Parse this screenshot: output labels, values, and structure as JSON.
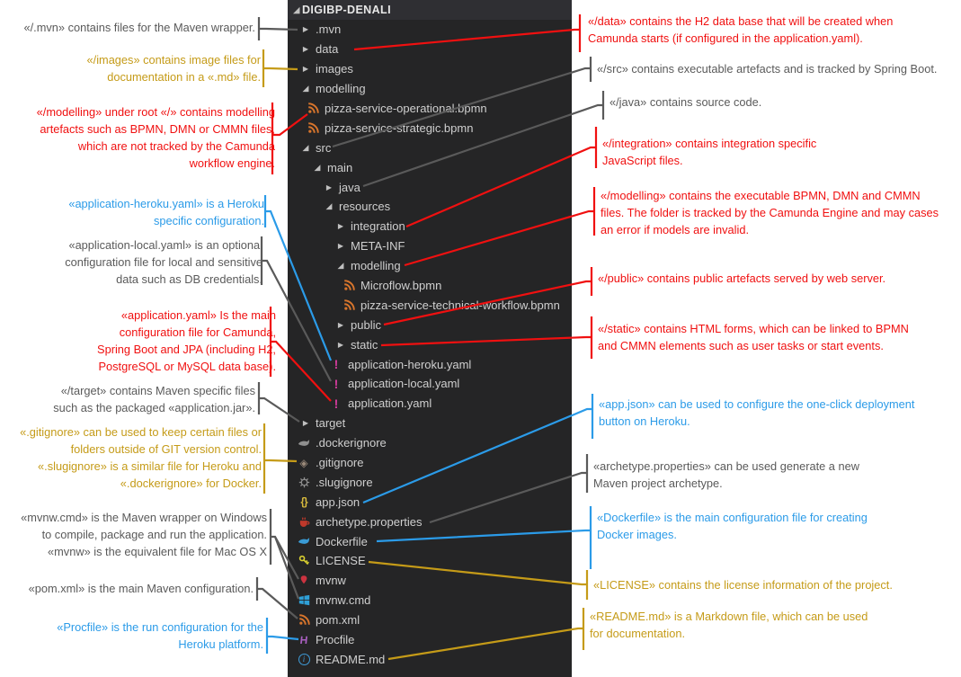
{
  "explorer": {
    "title": "DIGIBP-DENALI",
    "items": [
      {
        "label": ".mvn",
        "type": "folder",
        "state": "collapsed"
      },
      {
        "label": "data",
        "type": "folder",
        "state": "collapsed"
      },
      {
        "label": "images",
        "type": "folder",
        "state": "collapsed"
      },
      {
        "label": "modelling",
        "type": "folder",
        "state": "expanded"
      },
      {
        "label": "pizza-service-operational.bpmn",
        "type": "file",
        "icon": "bpmn-feed"
      },
      {
        "label": "pizza-service-strategic.bpmn",
        "type": "file",
        "icon": "bpmn-feed"
      },
      {
        "label": "src",
        "type": "folder",
        "state": "expanded"
      },
      {
        "label": "main",
        "type": "folder",
        "state": "expanded"
      },
      {
        "label": "java",
        "type": "folder",
        "state": "collapsed"
      },
      {
        "label": "resources",
        "type": "folder",
        "state": "expanded"
      },
      {
        "label": "integration",
        "type": "folder",
        "state": "collapsed"
      },
      {
        "label": "META-INF",
        "type": "folder",
        "state": "collapsed"
      },
      {
        "label": "modelling",
        "type": "folder",
        "state": "expanded"
      },
      {
        "label": "Microflow.bpmn",
        "type": "file",
        "icon": "bpmn-feed"
      },
      {
        "label": "pizza-service-technical-workflow.bpmn",
        "type": "file",
        "icon": "bpmn-feed"
      },
      {
        "label": "public",
        "type": "folder",
        "state": "collapsed"
      },
      {
        "label": "static",
        "type": "folder",
        "state": "collapsed"
      },
      {
        "label": "application-heroku.yaml",
        "type": "file",
        "icon": "yaml-warning"
      },
      {
        "label": "application-local.yaml",
        "type": "file",
        "icon": "yaml-warning"
      },
      {
        "label": "application.yaml",
        "type": "file",
        "icon": "yaml-warning"
      },
      {
        "label": "target",
        "type": "folder",
        "state": "collapsed"
      },
      {
        "label": ".dockerignore",
        "type": "file",
        "icon": "whale-gray"
      },
      {
        "label": ".gitignore",
        "type": "file",
        "icon": "git-diamond"
      },
      {
        "label": ".slugignore",
        "type": "file",
        "icon": "gear"
      },
      {
        "label": "app.json",
        "type": "file",
        "icon": "json-braces"
      },
      {
        "label": "archetype.properties",
        "type": "file",
        "icon": "java-cup"
      },
      {
        "label": "Dockerfile",
        "type": "file",
        "icon": "whale-blue"
      },
      {
        "label": "LICENSE",
        "type": "file",
        "icon": "key"
      },
      {
        "label": "mvnw",
        "type": "file",
        "icon": "pin"
      },
      {
        "label": "mvnw.cmd",
        "type": "file",
        "icon": "windows"
      },
      {
        "label": "pom.xml",
        "type": "file",
        "icon": "bpmn-feed"
      },
      {
        "label": "Procfile",
        "type": "file",
        "icon": "heroku"
      },
      {
        "label": "README.md",
        "type": "file",
        "icon": "info-circle"
      }
    ]
  },
  "annotations": {
    "left": [
      {
        "target": ".mvn",
        "color": "gray",
        "text": "«/.mvn» contains files for the Maven wrapper."
      },
      {
        "target": "images",
        "color": "gold",
        "text": "«/images» contains image files for\ndocumentation in a «.md» file."
      },
      {
        "target": "modelling",
        "color": "red",
        "text": "«/modelling» under root «/» contains modelling\nartefacts such as BPMN, DMN or CMMN files,\nwhich are not tracked by the Camunda\nworkflow engine."
      },
      {
        "target": "application-heroku.yaml",
        "color": "blue",
        "text": "«application-heroku.yaml» is a Heroku\nspecific configuration."
      },
      {
        "target": "application-local.yaml",
        "color": "gray",
        "text": "«application-local.yaml» is an optional\nconfiguration file for local and sensitive\ndata such as DB credentials."
      },
      {
        "target": "application.yaml",
        "color": "red",
        "text": "«application.yaml» Is the main\nconfiguration file for Camunda,\nSpring Boot and JPA (including H2,\nPostgreSQL or MySQL data base)."
      },
      {
        "target": "target",
        "color": "gray",
        "text": "«/target» contains Maven specific files\nsuch as the packaged «application.jar»."
      },
      {
        "target": ".gitignore",
        "color": "gold",
        "text": "«.gitignore» can be used to keep certain files or\nfolders outside of GIT version control.\n«.slugignore» is a similar file for Heroku and\n«.dockerignore» for Docker."
      },
      {
        "target": "mvnw.cmd",
        "color": "gray",
        "text": "«mvnw.cmd» is the Maven wrapper on Windows\nto compile, package and run the application.\n«mvnw» is the equivalent file for Mac OS X"
      },
      {
        "target": "pom.xml",
        "color": "gray",
        "text": "«pom.xml» is the main Maven configuration."
      },
      {
        "target": "Procfile",
        "color": "blue",
        "text": "«Procfile» is the run configuration for the\nHeroku platform."
      }
    ],
    "right": [
      {
        "target": "data",
        "color": "red",
        "text": "«/data» contains the H2 data base that will be created when\nCamunda starts (if configured in the application.yaml)."
      },
      {
        "target": "src",
        "color": "gray",
        "text": "«/src» contains executable artefacts and is tracked by Spring Boot."
      },
      {
        "target": "java",
        "color": "gray",
        "text": "«/java» contains source code."
      },
      {
        "target": "integration",
        "color": "red",
        "text": "«/integration» contains integration specific\nJavaScript files."
      },
      {
        "target": "modelling-resources",
        "color": "red",
        "text": "«/modelling» contains the executable BPMN, DMN and CMMN\nfiles. The folder is tracked by the Camunda Engine and may cases\nan error if models are invalid."
      },
      {
        "target": "public",
        "color": "red",
        "text": "«/public» contains public artefacts served by web server."
      },
      {
        "target": "static",
        "color": "red",
        "text": "«/static» contains HTML forms, which can be linked to BPMN\nand CMMN elements such as user tasks or start events."
      },
      {
        "target": "app.json",
        "color": "blue",
        "text": "«app.json» can be used to configure the one-click deployment\nbutton on Heroku."
      },
      {
        "target": "archetype.properties",
        "color": "gray",
        "text": "«archetype.properties» can be used generate a new\nMaven project archetype."
      },
      {
        "target": "Dockerfile",
        "color": "blue",
        "text": "«Dockerfile» is the main configuration file for creating\nDocker images."
      },
      {
        "target": "LICENSE",
        "color": "gold",
        "text": "«LICENSE» contains the license information of the project."
      },
      {
        "target": "README.md",
        "color": "gold",
        "text": "«README.md» is a Markdown file, which can be used\nfor documentation."
      }
    ]
  },
  "colors": {
    "panel_bg": "#252526",
    "panel_header_bg": "#2f2f33",
    "item_text": "#cfcfcf",
    "annotation_gray": "#5a5a5a",
    "annotation_gold": "#c59b18",
    "annotation_red": "#f01010",
    "annotation_blue": "#2b9be8",
    "bpmn_icon": "#d8752c",
    "yaml_icon": "#d63c9e",
    "json_icon": "#d7ba3d",
    "docker_icon": "#3a9bd5",
    "license_icon": "#d8cf30",
    "readme_icon": "#3f9bd8"
  }
}
